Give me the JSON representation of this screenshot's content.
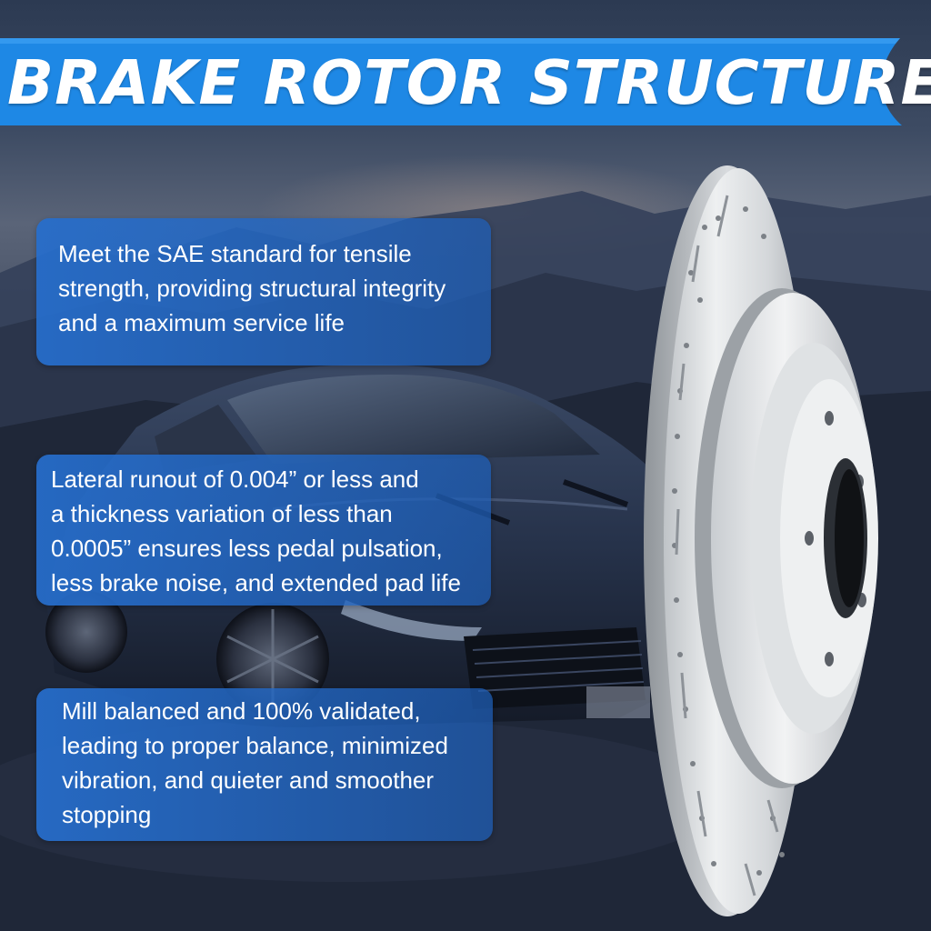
{
  "banner": {
    "title": "BRAKE ROTOR STRUCTURE",
    "color": "#1e88e5"
  },
  "features": [
    {
      "lines": [
        "Meet the SAE standard for tensile",
        "strength, providing structural integrity",
        "and a maximum service life"
      ]
    },
    {
      "lines": [
        "Lateral runout of 0.004” or less and",
        "a thickness variation of less than",
        "0.0005” ensures less pedal pulsation,",
        "less brake noise, and extended pad life"
      ]
    },
    {
      "lines": [
        "Mill balanced and 100% validated,",
        "leading to proper balance, minimized",
        "vibration, and quieter and smoother",
        "stopping"
      ]
    }
  ],
  "colors": {
    "panel_blue": "#266ecd",
    "rotor_silver": "#d9dcdf"
  }
}
